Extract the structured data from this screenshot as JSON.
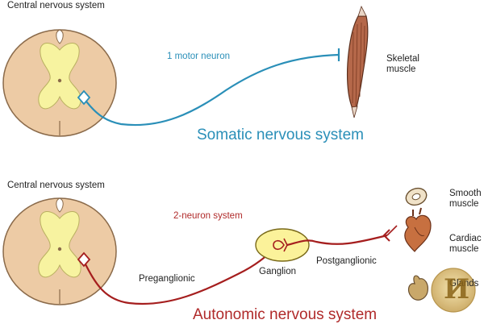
{
  "somatic": {
    "cns_label": "Central nervous system",
    "neuron_label": "1 motor neuron",
    "target_label": "Skeletal muscle",
    "title": "Somatic nervous system"
  },
  "autonomic": {
    "cns_label": "Central nervous system",
    "neuron_label": "2-neuron system",
    "preganglionic_label": "Preganglionic",
    "ganglion_label": "Ganglion",
    "postganglionic_label": "Postganglionic",
    "smooth_label": "Smooth muscle",
    "cardiac_label": "Cardiac muscle",
    "glands_label": "Glands",
    "title": "Autonomic nervous system"
  },
  "watermark": {
    "glyph": "И"
  },
  "colors": {
    "cord_outer": "#edcba5",
    "cord_stroke": "#8a6a4a",
    "gray_matter": "#f7f3a0",
    "somatic_nerve": "#2a8fb8",
    "autonomic_nerve": "#a51e1e",
    "muscle": "#b5684a",
    "heart": "#c77040",
    "ganglion": "#fbf29a"
  }
}
